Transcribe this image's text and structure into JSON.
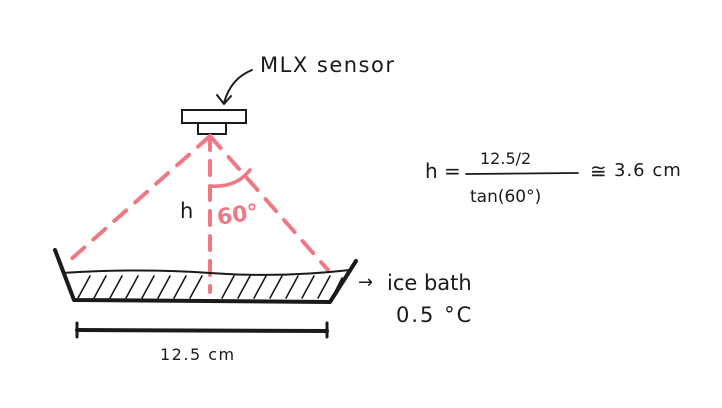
{
  "sensor_label": "MLX sensor",
  "height_symbol": "h",
  "angle_label": "60°",
  "formula": {
    "lhs": "h =",
    "numerator": "12.5/2",
    "denominator": "tan(60°)",
    "approx": "≅",
    "result": "3.6 cm"
  },
  "bath_label": "ice bath",
  "bath_temperature": "0.5 °C",
  "arrow_glyph": "→",
  "width_label": "12.5 cm",
  "colors": {
    "ink": "#1a1a1a",
    "field_of_view": "#f07885",
    "background": "#ffffff"
  }
}
